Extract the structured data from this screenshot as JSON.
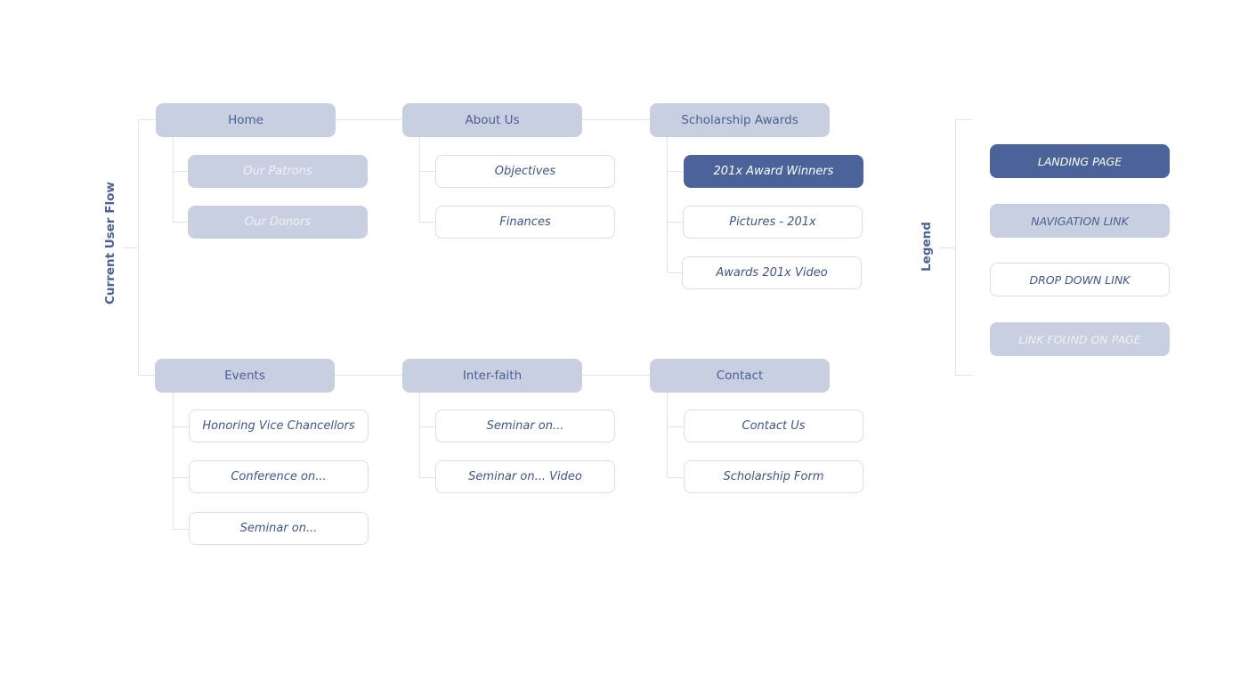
{
  "flow_label": "Current User Flow",
  "legend": {
    "label": "Legend",
    "items": [
      {
        "text": "LANDING PAGE"
      },
      {
        "text": "NAVIGATION LINK"
      },
      {
        "text": "DROP DOWN LINK"
      },
      {
        "text": "LINK FOUND ON PAGE"
      }
    ]
  },
  "sections": [
    {
      "title": "Home",
      "children": [
        "Our Patrons",
        "Our Donors"
      ]
    },
    {
      "title": "About Us",
      "children": [
        "Objectives",
        "Finances"
      ]
    },
    {
      "title": "Scholarship Awards",
      "children": [
        "201x Award Winners",
        "Pictures - 201x",
        "Awards 201x Video"
      ]
    },
    {
      "title": "Events",
      "children": [
        "Honoring Vice Chancellors",
        "Conference on...",
        "Seminar on..."
      ]
    },
    {
      "title": "Inter-faith",
      "children": [
        "Seminar on...",
        "Seminar on... Video"
      ]
    },
    {
      "title": "Contact",
      "children": [
        "Contact Us",
        "Scholarship Form"
      ]
    }
  ],
  "colors": {
    "landing": "#4a6399",
    "navigation": "#c8cfe0",
    "drop_down_border": "#d9dde6",
    "connector": "#dfe3eb",
    "text": "#4a5f93"
  }
}
